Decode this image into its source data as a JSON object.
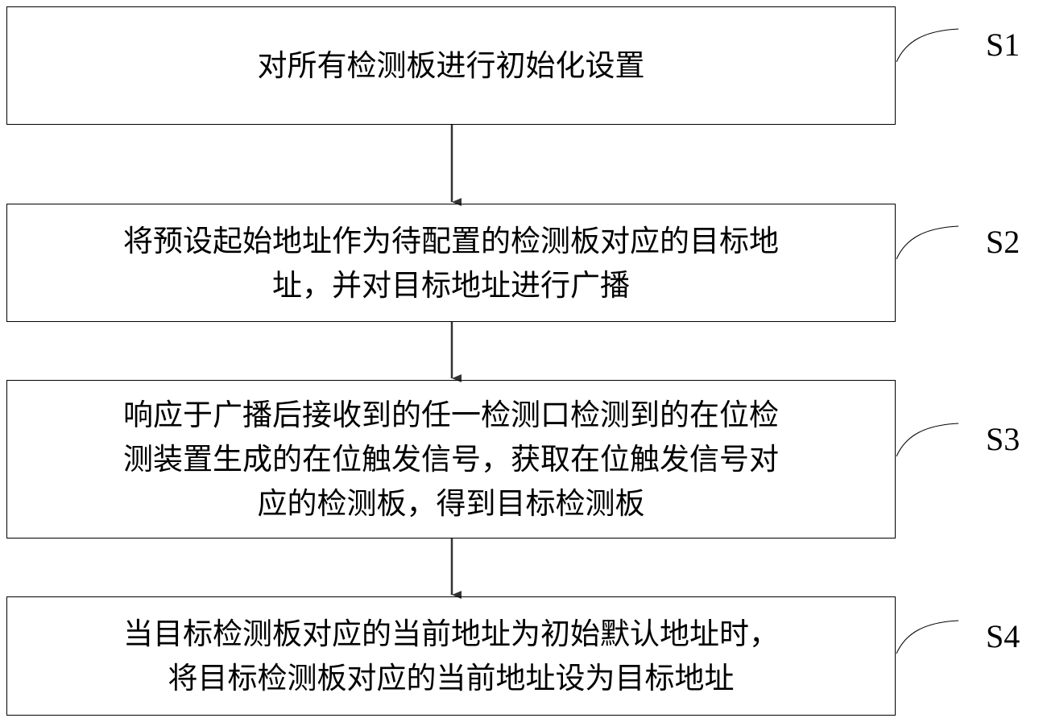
{
  "steps": [
    {
      "id": "S1",
      "lines": [
        "对所有检测板进行初始化设置"
      ]
    },
    {
      "id": "S2",
      "lines": [
        "将预设起始地址作为待配置的检测板对应的目标地",
        "址，并对目标地址进行广播"
      ]
    },
    {
      "id": "S3",
      "lines": [
        "响应于广播后接收到的任一检测口检测到的在位检",
        "测装置生成的在位触发信号，获取在位触发信号对",
        "应的检测板，得到目标检测板"
      ]
    },
    {
      "id": "S4",
      "lines": [
        "当目标检测板对应的当前地址为初始默认地址时，",
        "将目标检测板对应的当前地址设为目标地址"
      ]
    }
  ]
}
